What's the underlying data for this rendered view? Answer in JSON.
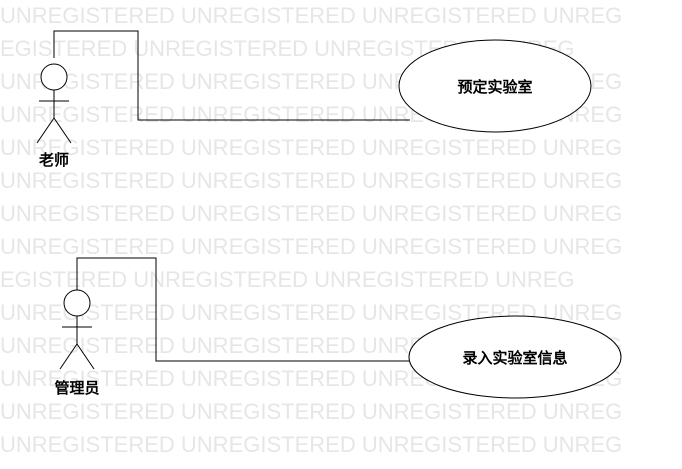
{
  "watermark": {
    "text": "UNREGISTERED UNREGISTERED UNREGISTERED UNREG",
    "text_alt": "EGISTERED UNREGISTERED UNREGISTERED UNREG",
    "color": "#e6e6e6"
  },
  "actors": [
    {
      "id": "teacher",
      "label": "老师"
    },
    {
      "id": "admin",
      "label": "管理员"
    }
  ],
  "use_cases": [
    {
      "id": "book-lab",
      "label": "预定实验室"
    },
    {
      "id": "enter-lab-info",
      "label": "录入实验室信息"
    }
  ]
}
